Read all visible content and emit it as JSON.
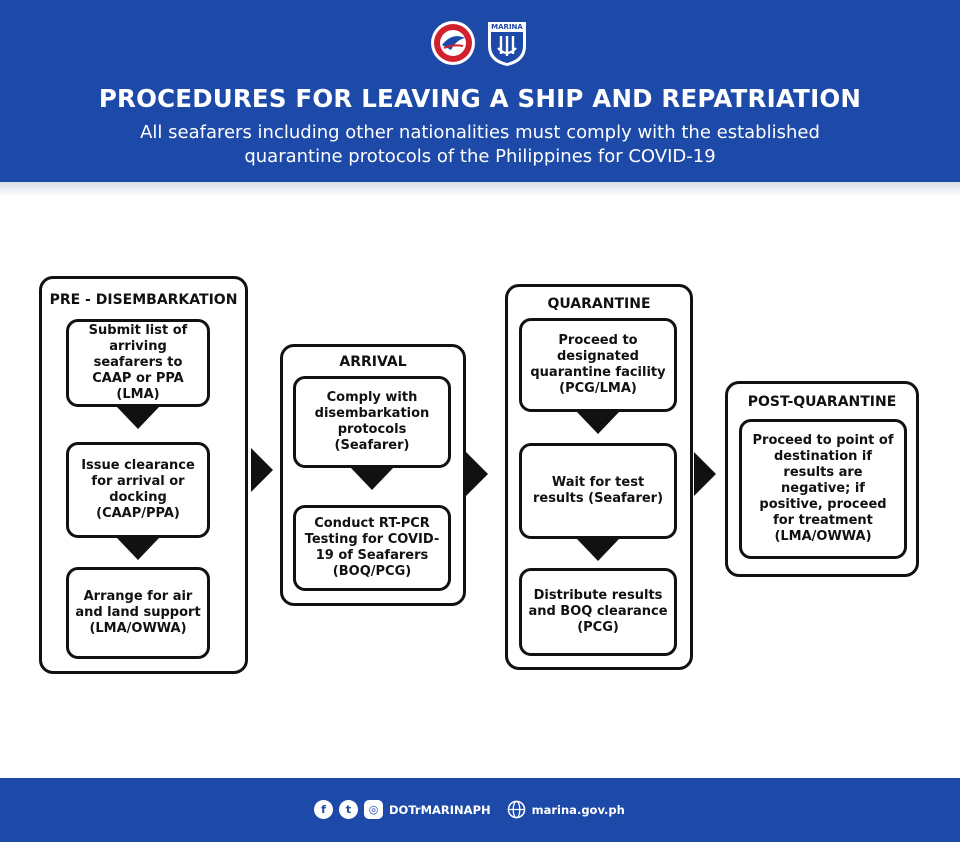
{
  "header": {
    "title": "PROCEDURES FOR LEAVING A SHIP AND REPATRIATION",
    "subtitle_line1": "All seafarers including other nationalities must comply with the established",
    "subtitle_line2": "quarantine protocols of the Philippines for COVID-19",
    "logo_left_icon": "dotr-seal-icon",
    "logo_right_icon": "marina-shield-icon",
    "logo_right_text": "MARINA",
    "colors": {
      "brand_blue": "#1d49a8",
      "ink": "#111111",
      "seal_red": "#d3202f"
    }
  },
  "stages": [
    {
      "title": "PRE - DISEMBARKATION",
      "steps": [
        "Submit list of arriving seafarers to CAAP or PPA (LMA)",
        "Issue clearance for arrival or docking (CAAP/PPA)",
        "Arrange for air and land support (LMA/OWWA)"
      ]
    },
    {
      "title": "ARRIVAL",
      "steps": [
        "Comply with disembarkation protocols (Seafarer)",
        "Conduct RT-PCR Testing for COVID-19 of Seafarers (BOQ/PCG)"
      ]
    },
    {
      "title": "QUARANTINE",
      "steps": [
        "Proceed to designated quarantine facility (PCG/LMA)",
        "Wait for test results (Seafarer)",
        "Distribute results and BOQ clearance (PCG)"
      ]
    },
    {
      "title": "POST-QUARANTINE",
      "steps": [
        "Proceed to point of destination if results are negative; if positive, proceed for treatment (LMA/OWWA)"
      ]
    }
  ],
  "footer": {
    "facebook_icon": "facebook-icon",
    "twitter_icon": "twitter-icon",
    "instagram_icon": "instagram-icon",
    "handle": "DOTrMARINAPH",
    "globe_icon": "globe-icon",
    "website": "marina.gov.ph"
  }
}
